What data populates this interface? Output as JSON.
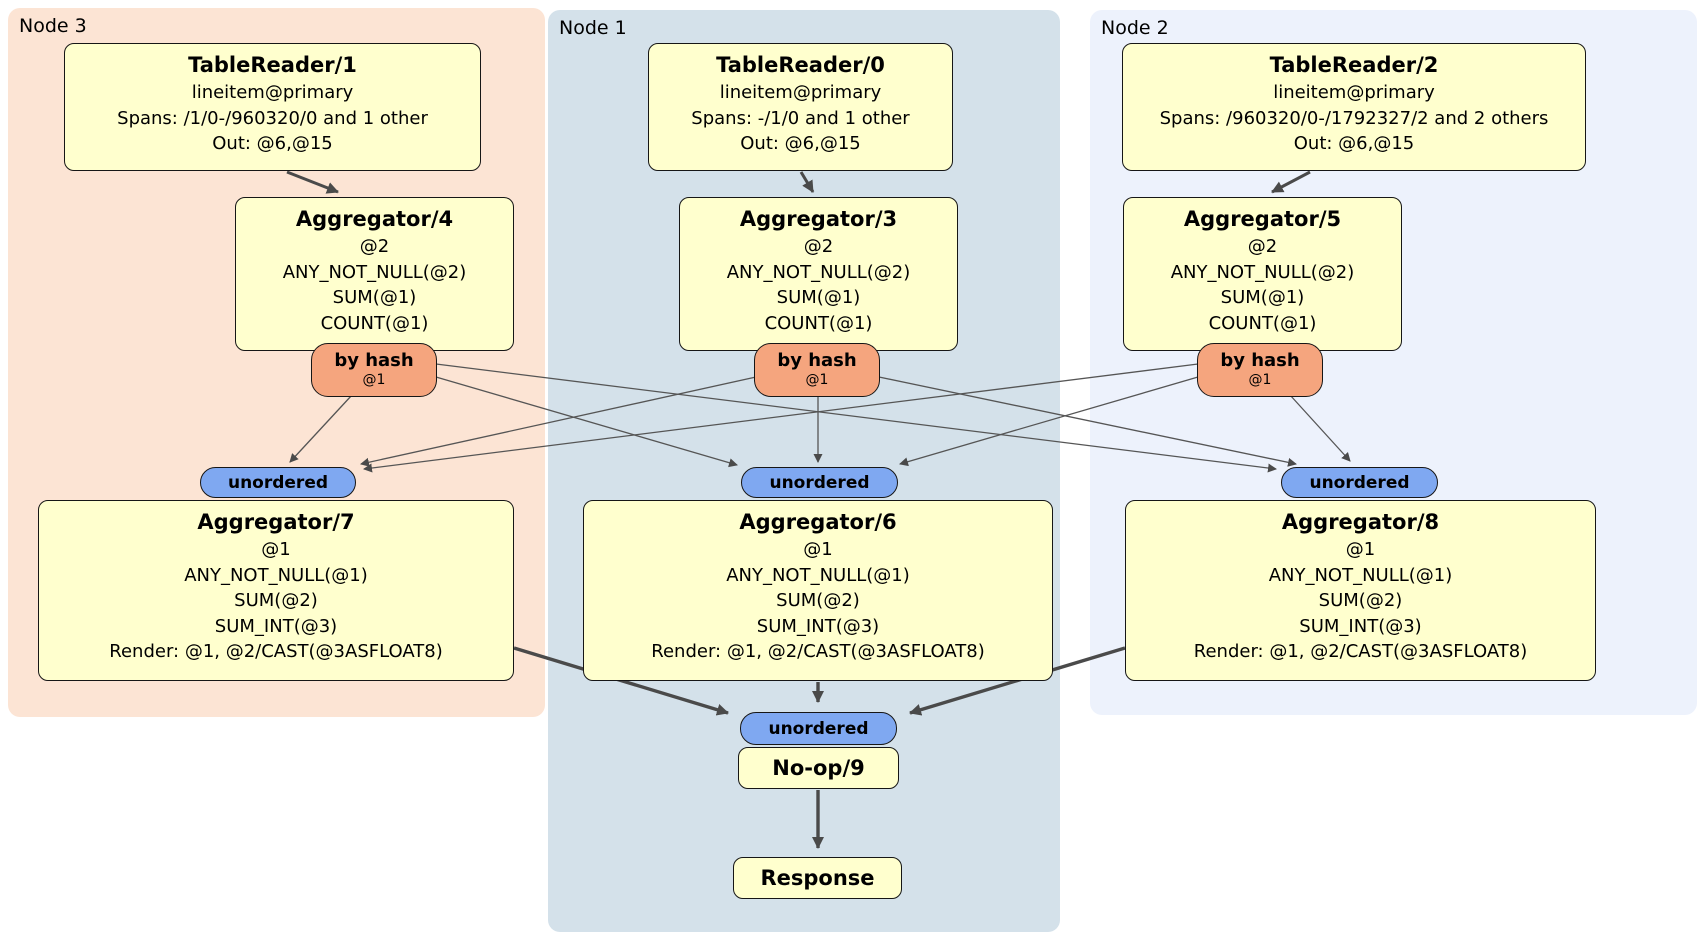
{
  "regions": {
    "node3": {
      "label": "Node 3"
    },
    "node1": {
      "label": "Node 1"
    },
    "node2": {
      "label": "Node 2"
    }
  },
  "processors": {
    "tr1": {
      "title": "TableReader/1",
      "lines": [
        "lineitem@primary",
        "Spans: /1/0-/960320/0 and 1 other",
        "Out: @6,@15"
      ]
    },
    "tr0": {
      "title": "TableReader/0",
      "lines": [
        "lineitem@primary",
        "Spans: -/1/0 and 1 other",
        "Out: @6,@15"
      ]
    },
    "tr2": {
      "title": "TableReader/2",
      "lines": [
        "lineitem@primary",
        "Spans: /960320/0-/1792327/2 and 2 others",
        "Out: @6,@15"
      ]
    },
    "agg4": {
      "title": "Aggregator/4",
      "lines": [
        "@2",
        "ANY_NOT_NULL(@2)",
        "SUM(@1)",
        "COUNT(@1)"
      ]
    },
    "agg3": {
      "title": "Aggregator/3",
      "lines": [
        "@2",
        "ANY_NOT_NULL(@2)",
        "SUM(@1)",
        "COUNT(@1)"
      ]
    },
    "agg5": {
      "title": "Aggregator/5",
      "lines": [
        "@2",
        "ANY_NOT_NULL(@2)",
        "SUM(@1)",
        "COUNT(@1)"
      ]
    },
    "agg7": {
      "title": "Aggregator/7",
      "lines": [
        "@1",
        "ANY_NOT_NULL(@1)",
        "SUM(@2)",
        "SUM_INT(@3)",
        "Render: @1, @2/CAST(@3ASFLOAT8)"
      ]
    },
    "agg6": {
      "title": "Aggregator/6",
      "lines": [
        "@1",
        "ANY_NOT_NULL(@1)",
        "SUM(@2)",
        "SUM_INT(@3)",
        "Render: @1, @2/CAST(@3ASFLOAT8)"
      ]
    },
    "agg8": {
      "title": "Aggregator/8",
      "lines": [
        "@1",
        "ANY_NOT_NULL(@1)",
        "SUM(@2)",
        "SUM_INT(@3)",
        "Render: @1, @2/CAST(@3ASFLOAT8)"
      ]
    },
    "noop": {
      "title": "No-op/9"
    },
    "response": {
      "title": "Response"
    }
  },
  "routers": {
    "r4": {
      "label": "by hash",
      "detail": "@1"
    },
    "r3": {
      "label": "by hash",
      "detail": "@1"
    },
    "r5": {
      "label": "by hash",
      "detail": "@1"
    }
  },
  "syncs": {
    "s3": {
      "label": "unordered"
    },
    "s1": {
      "label": "unordered"
    },
    "s2": {
      "label": "unordered"
    },
    "s0": {
      "label": "unordered"
    }
  },
  "colors": {
    "node3_bg": "#fce4d4",
    "node1_bg": "#d4e1ea",
    "node2_bg": "#edf2fc",
    "processor_bg": "#ffffce",
    "router_bg": "#f5a57e",
    "sync_bg": "#7fa8f1",
    "edge": "#4a4a4a"
  }
}
